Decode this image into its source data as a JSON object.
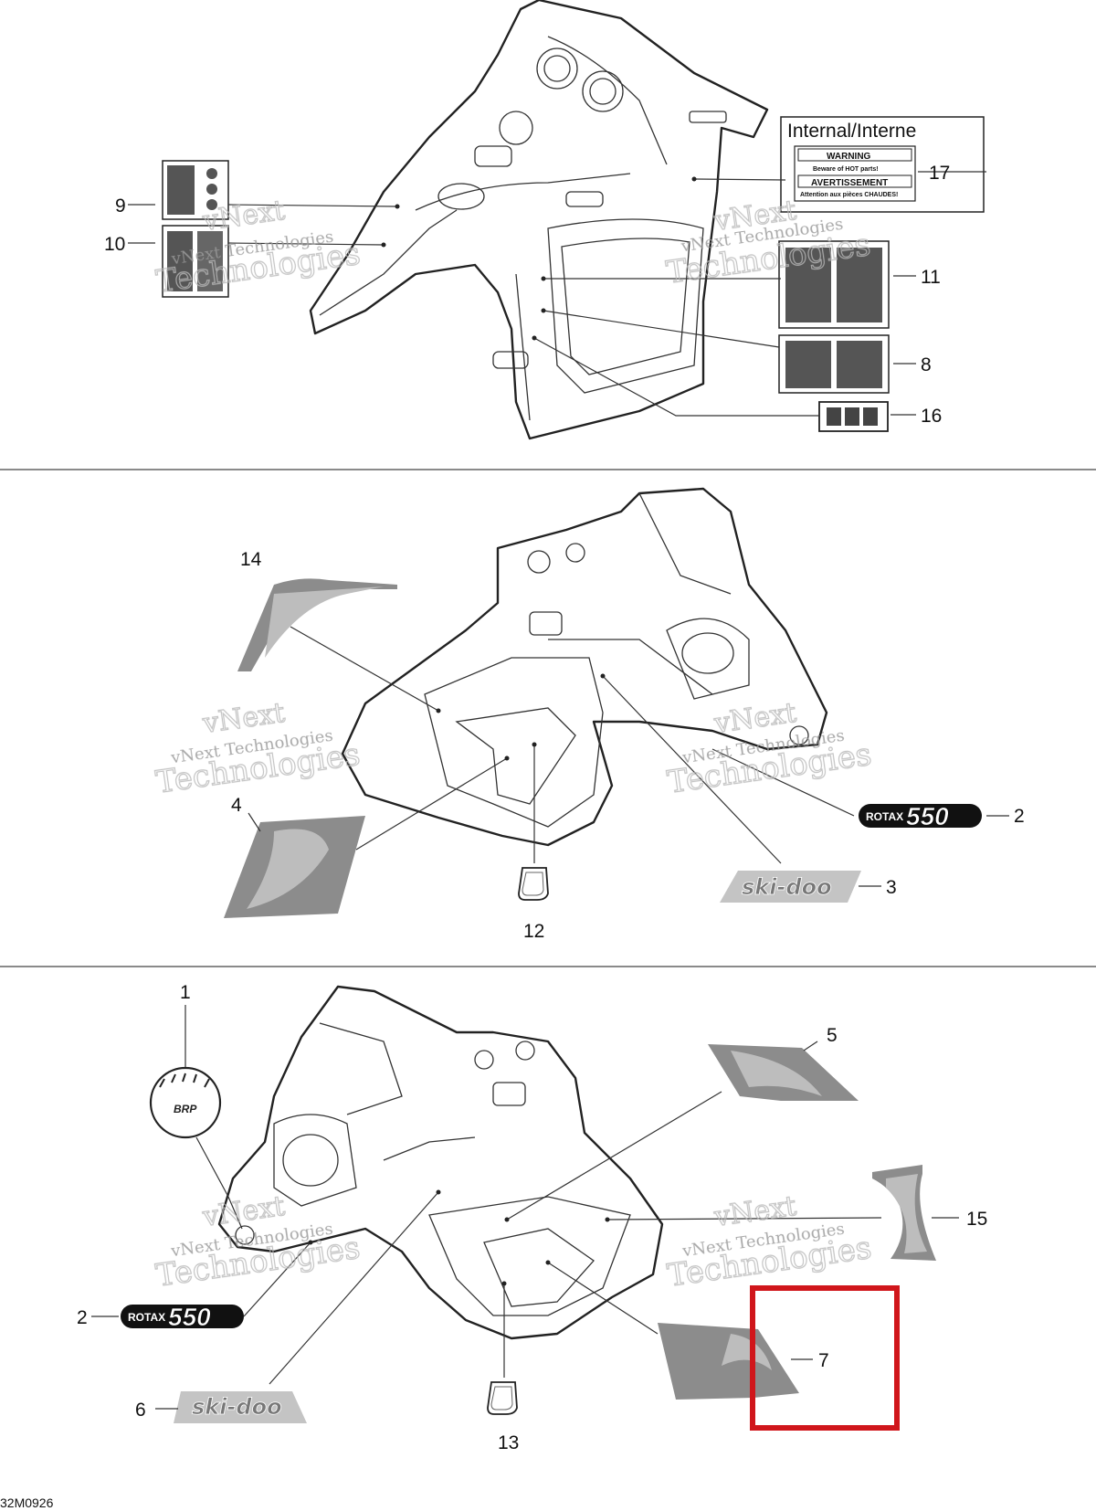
{
  "watermark": {
    "line1": "vNext",
    "line2": "Technologies",
    "small": "vNext Technologies"
  },
  "callout_box": {
    "title": "Internal/Interne",
    "warning": "WARNING",
    "warning_sub": "Beware of HOT parts!",
    "avert": "AVERTISSEMENT",
    "avert_sub": "Attention aux pièces CHAUDES!"
  },
  "logos": {
    "rotax": "ROTAX",
    "rotax_num": "550",
    "skidoo": "ski-doo",
    "brp": "BRP"
  },
  "labels": {
    "p1": "1",
    "p2": "2",
    "p2b": "2",
    "p3": "3",
    "p4": "4",
    "p5": "5",
    "p6": "6",
    "p7": "7",
    "p8": "8",
    "p9": "9",
    "p10": "10",
    "p11": "11",
    "p12": "12",
    "p13": "13",
    "p14": "14",
    "p15": "15",
    "p16": "16",
    "p17": "17"
  },
  "figure_code": "32M0926",
  "highlight_color": "#d0161b"
}
